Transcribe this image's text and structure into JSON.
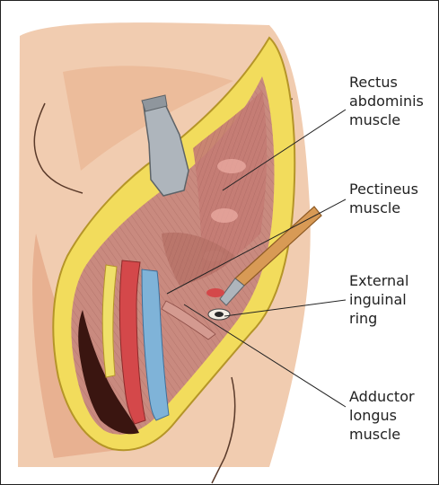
{
  "labels": {
    "rectus": {
      "line1": "Rectus",
      "line2": "abdominis",
      "line3": "muscle"
    },
    "pectineus": {
      "line1": "Pectineus",
      "line2": "muscle"
    },
    "external": {
      "line1": "External",
      "line2": "inguinal",
      "line3": "ring"
    },
    "adductor": {
      "line1": "Adductor",
      "line2": "longus",
      "line3": "muscle"
    }
  },
  "colors": {
    "skin": "#efc3a2",
    "skin_shadow": "#e4a584",
    "fat": "#f2dc5c",
    "fat_edge": "#b59528",
    "muscle": "#c98a7f",
    "muscle_dark": "#8e4f48",
    "artery": "#d4484a",
    "vein": "#7fb3d8",
    "nerve": "#efe06a",
    "retractor": "#aeb5bc",
    "elevator": "#d89a55",
    "dark_tissue": "#3a1510",
    "leader_line": "#222222"
  }
}
